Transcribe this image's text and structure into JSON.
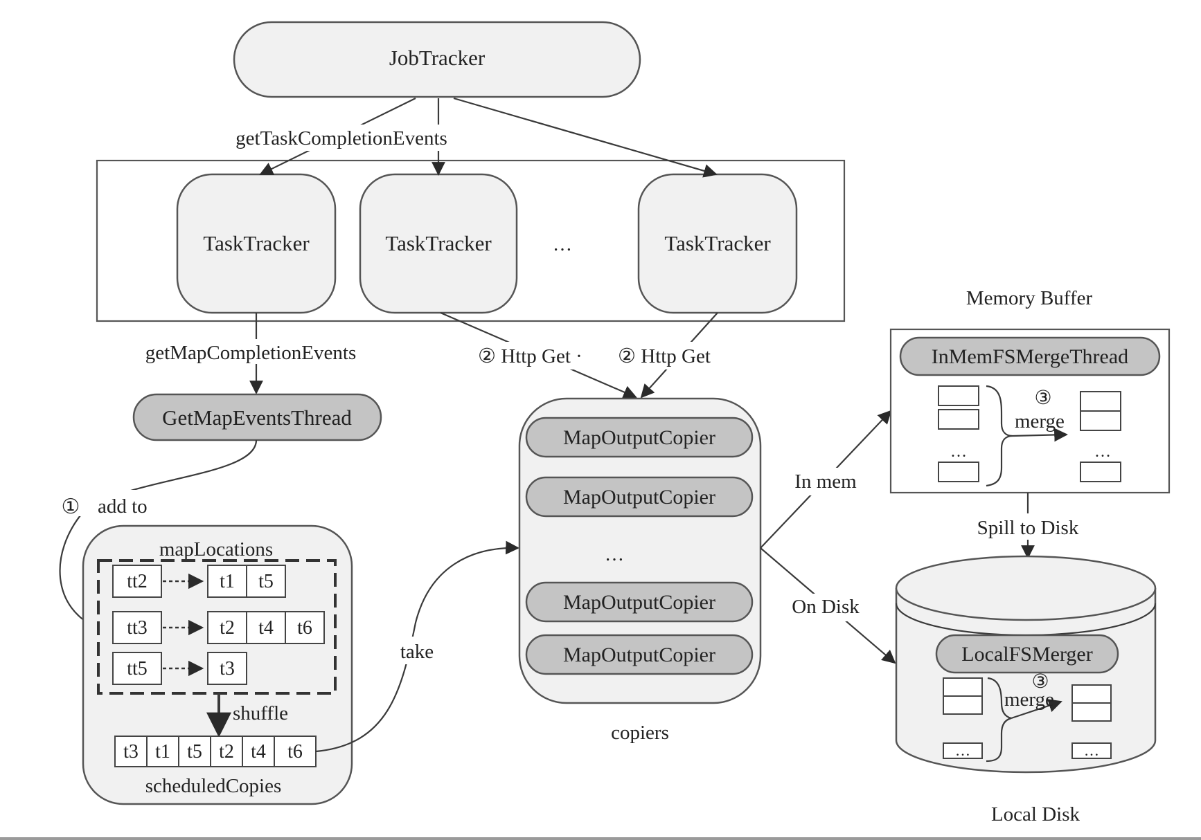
{
  "nodes": {
    "job_tracker": "JobTracker",
    "task_tracker_1": "TaskTracker",
    "task_tracker_2": "TaskTracker",
    "task_tracker_ellipsis": "…",
    "task_tracker_3": "TaskTracker",
    "get_map_events_thread": "GetMapEventsThread",
    "map_locations": "mapLocations",
    "scheduled_copies": "scheduledCopies",
    "copier_1": "MapOutputCopier",
    "copier_2": "MapOutputCopier",
    "copier_ellipsis": "…",
    "copier_3": "MapOutputCopier",
    "copier_4": "MapOutputCopier",
    "copiers_caption": "copiers",
    "memory_buffer_title": "Memory Buffer",
    "in_mem_merge_thread": "InMemFSMergeThread",
    "mem_merge_step": "③",
    "mem_merge_label": "merge",
    "mem_left_ellipsis": "…",
    "mem_right_ellipsis": "…",
    "local_fs_merger": "LocalFSMerger",
    "disk_merge_step": "③",
    "disk_merge_label": "merge",
    "disk_left_ellipsis": "…",
    "disk_right_ellipsis": "…",
    "local_disk_caption": "Local Disk"
  },
  "edges": {
    "get_task_completion_events": "getTaskCompletionEvents",
    "get_map_completion_events": "getMapCompletionEvents",
    "add_to_step": "①",
    "add_to_label": "add to",
    "http_get_1": "② Http Get ·",
    "http_get_2": "② Http Get",
    "shuffle": "shuffle",
    "take": "take",
    "in_mem": "In mem",
    "on_disk": "On Disk",
    "spill_to_disk": "Spill to Disk"
  },
  "map_locations_rows": [
    {
      "key": "tt2",
      "values": [
        "t1",
        "t5"
      ]
    },
    {
      "key": "tt3",
      "values": [
        "t2",
        "t4",
        "t6"
      ]
    },
    {
      "key": "tt5",
      "values": [
        "t3"
      ]
    }
  ],
  "scheduled_copies_cells": [
    "t3",
    "t1",
    "t5",
    "t2",
    "t4",
    "t6"
  ],
  "colors": {
    "dark_node_fill": "#c4c4c4",
    "light_node_fill": "#f1f1f1",
    "stroke": "#555555"
  }
}
